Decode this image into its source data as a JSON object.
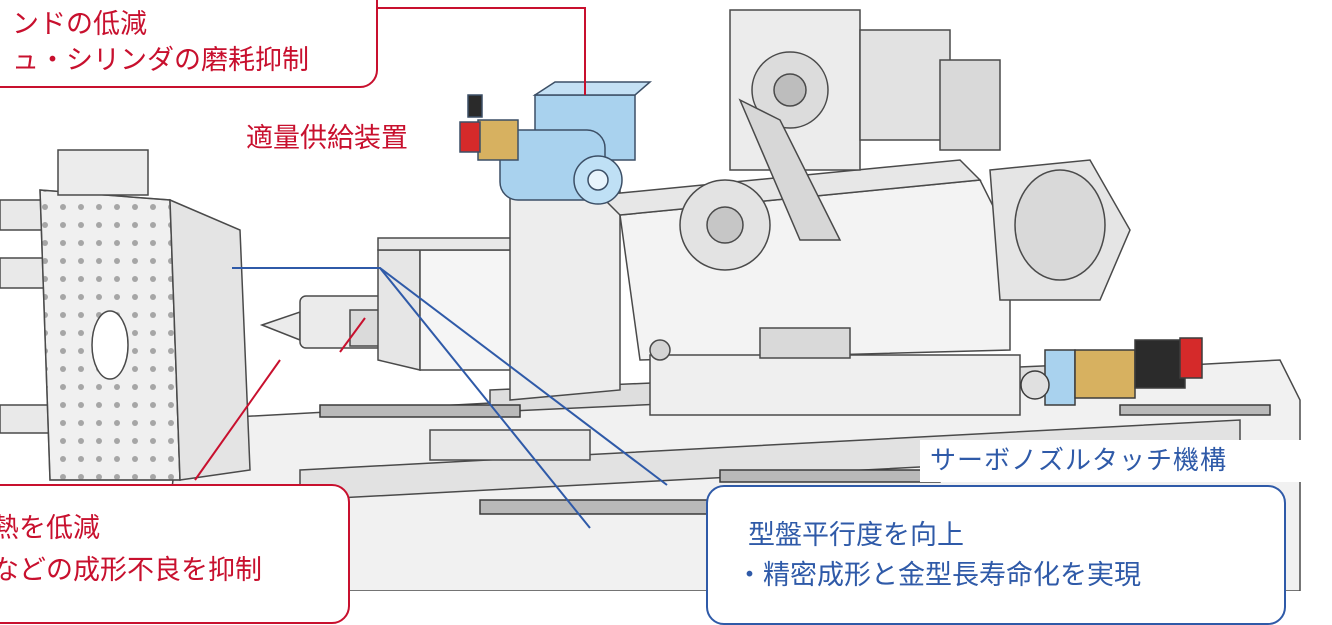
{
  "callouts": {
    "top_left": {
      "line1": "ンドの低減",
      "line2": "ュ・シリンダの磨耗抑制"
    },
    "feeder_label": "適量供給装置",
    "bottom_left": {
      "line1": "熱を低減",
      "line2": "などの成形不良を抑制"
    },
    "servo_label": "サーボノズルタッチ機構",
    "bottom_right": {
      "line1": "型盤平行度を向上",
      "line2": "・精密成形と金型長寿命化を実現"
    }
  },
  "colors": {
    "red_callout": "#c8102e",
    "blue_callout": "#2f5aa8",
    "machine_body": "#eeeeee",
    "machine_outline": "#4a4a4a",
    "feeder_unit": "#a9d2ee",
    "brass_parts": "#d7b160",
    "motor_red": "#d52a2a"
  }
}
